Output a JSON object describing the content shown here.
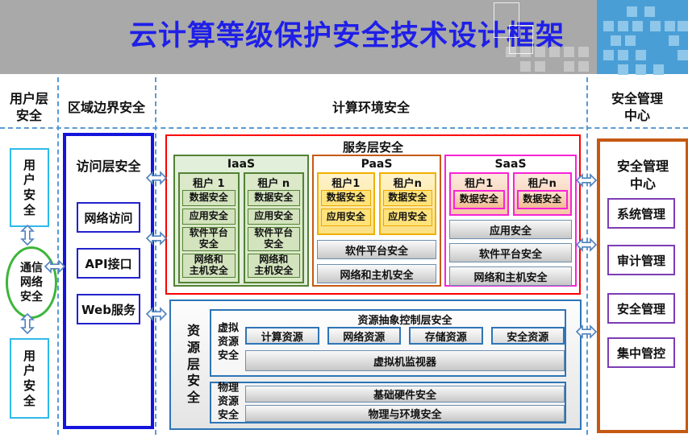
{
  "header": {
    "title": "云计算等级保护安全技术设计框架"
  },
  "lanes": {
    "user": "用户层\n安全",
    "boundary": "区域边界安全",
    "computing": "计算环境安全",
    "management": "安全管理\n中心"
  },
  "user_layer": {
    "top_box": "用户安全",
    "network_circle": "通信网络安全",
    "bottom_box": "用户安全"
  },
  "boundary": {
    "title": "访问层安全",
    "items": [
      "网络访问",
      "API接口",
      "Web服务"
    ]
  },
  "service_layer": {
    "title": "服务层安全",
    "iaas": {
      "title": "IaaS",
      "tenants": [
        {
          "name": "租户 1",
          "items": [
            "数据安全",
            "应用安全",
            "软件平台\n安全",
            "网络和\n主机安全"
          ]
        },
        {
          "name": "租户 n",
          "items": [
            "数据安全",
            "应用安全",
            "软件平台\n安全",
            "网络和\n主机安全"
          ]
        }
      ]
    },
    "paas": {
      "title": "PaaS",
      "tenants": [
        {
          "name": "租户1",
          "items": [
            "数据安全",
            "应用安全"
          ]
        },
        {
          "name": "租户n",
          "items": [
            "数据安全",
            "应用安全"
          ]
        }
      ],
      "shared": [
        "软件平台安全",
        "网络和主机安全"
      ]
    },
    "saas": {
      "title": "SaaS",
      "tenants": [
        {
          "name": "租户1",
          "items": [
            "数据安全"
          ]
        },
        {
          "name": "租户n",
          "items": [
            "数据安全"
          ]
        }
      ],
      "shared": [
        "应用安全",
        "软件平台安全",
        "网络和主机安全"
      ]
    }
  },
  "resource_layer": {
    "title": "资源层安全",
    "virtual": {
      "label": "虚拟资源安全",
      "control_title": "资源抽象控制层安全",
      "resources": [
        "计算资源",
        "网络资源",
        "存储资源",
        "安全资源"
      ],
      "monitor": "虚拟机监视器"
    },
    "physical": {
      "label": "物理资源安全",
      "items": [
        "基础硬件安全",
        "物理与环境安全"
      ]
    }
  },
  "management": {
    "title": "安全管理\n中心",
    "items": [
      "系统管理",
      "审计管理",
      "安全管理",
      "集中管控"
    ]
  },
  "colors": {
    "title_text": "#1f1fe8",
    "header_bg": "#a9a9a9",
    "corner_blue": "#4a9ed6",
    "dashed_line": "#5b9bd5",
    "user_box_border": "#2fb9e8",
    "network_circle_border": "#3db53a",
    "boundary_border": "#1414dd",
    "service_border": "#fe0000",
    "iaas_green": "#538135",
    "paas_orange": "#c55a11",
    "paas_gold": "#f0b000",
    "saas_magenta": "#f923d6",
    "resource_steel_blue": "#2e75b6",
    "management_border": "#c45911",
    "management_item_border": "#7d3cb5",
    "arrow_outline": "#4f81bd"
  }
}
